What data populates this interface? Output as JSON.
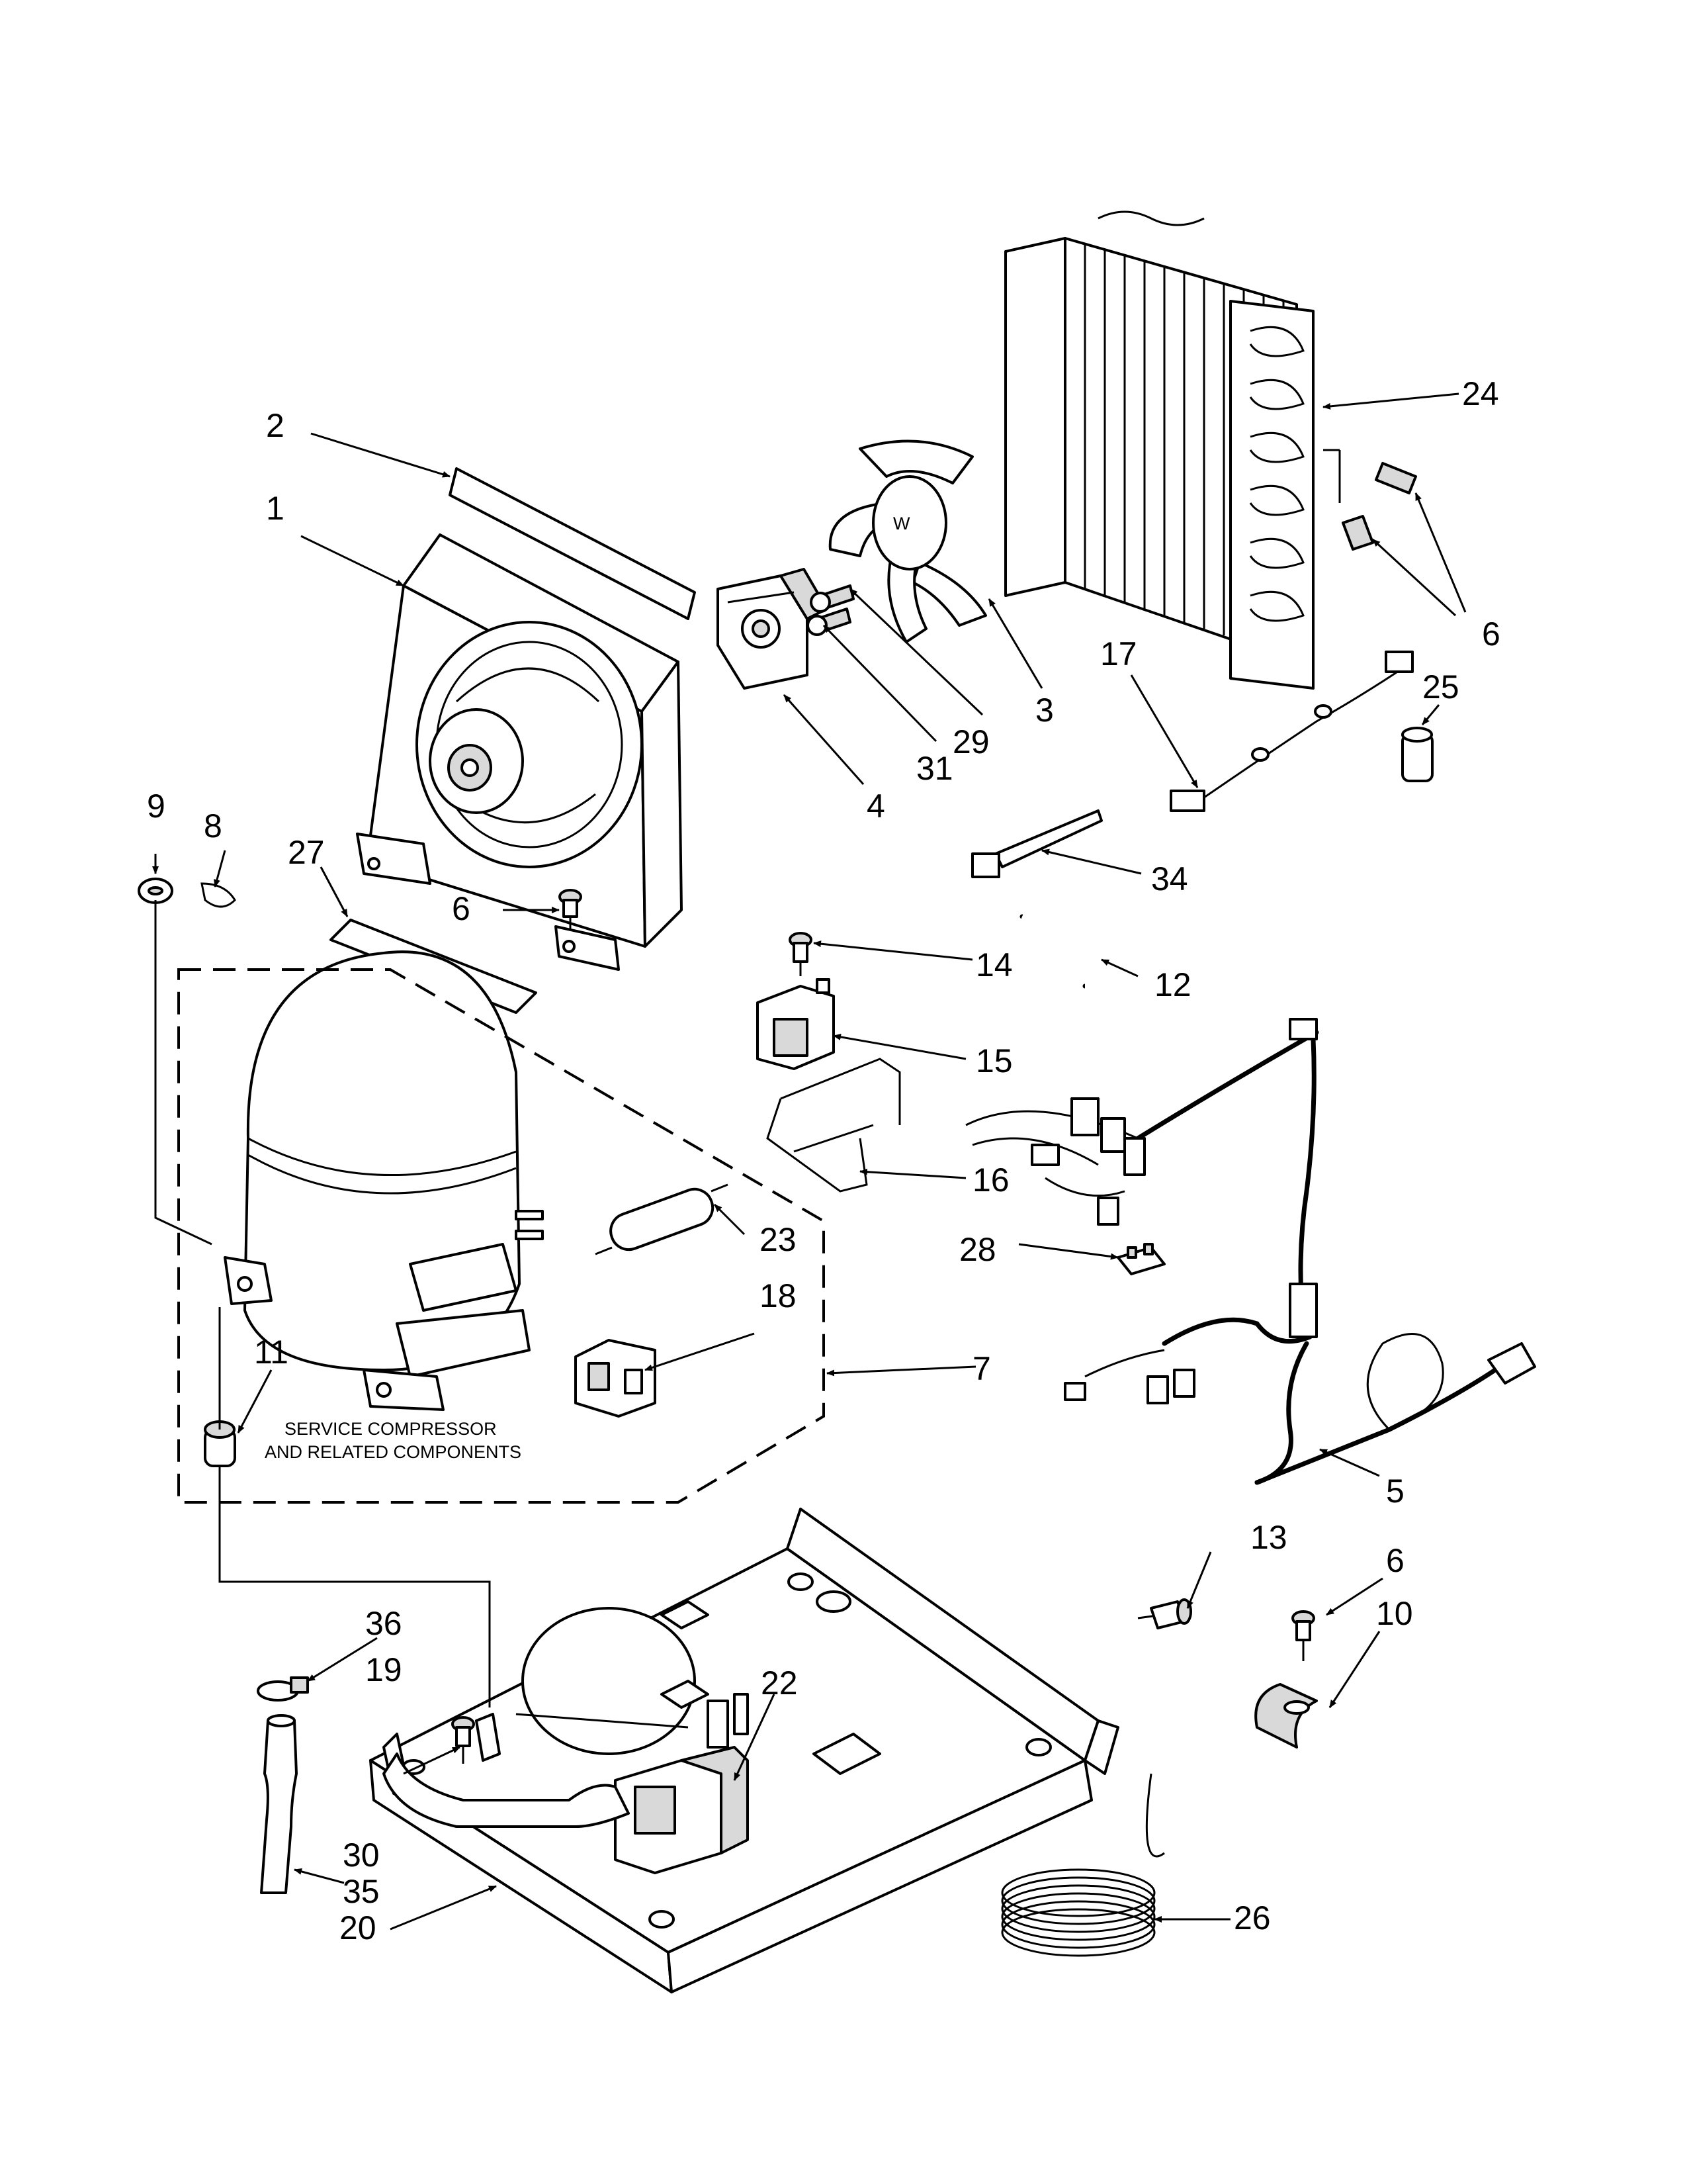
{
  "note": {
    "line1": "SERVICE COMPRESSOR",
    "line2": "AND RELATED COMPONENTS"
  },
  "callouts": {
    "c1": "1",
    "c2": "2",
    "c3": "3",
    "c4": "4",
    "c5": "5",
    "c6a": "6",
    "c6b": "6",
    "c6c": "6",
    "c7": "7",
    "c8": "8",
    "c9": "9",
    "c10": "10",
    "c11": "11",
    "c12": "12",
    "c13": "13",
    "c14": "14",
    "c15": "15",
    "c16": "16",
    "c17": "17",
    "c18": "18",
    "c19": "19",
    "c20": "20",
    "c22": "22",
    "c23": "23",
    "c24": "24",
    "c25": "25",
    "c26": "26",
    "c27": "27",
    "c28": "28",
    "c29": "29",
    "c30": "30",
    "c31": "31",
    "c34": "34",
    "c35": "35",
    "c36": "36"
  },
  "icons": [
    "arrow-leader",
    "exploded-view-part"
  ]
}
